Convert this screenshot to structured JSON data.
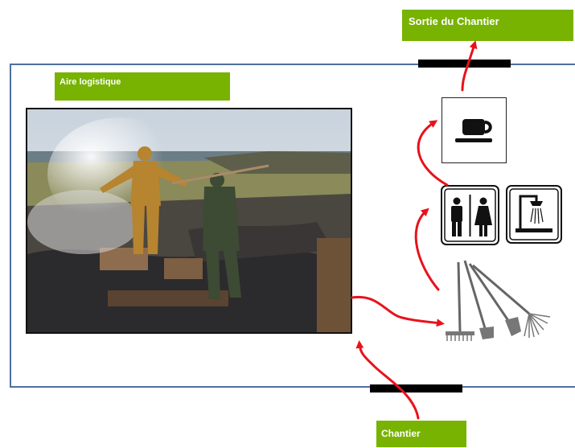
{
  "labels": {
    "exit": "Sortie du Chantier",
    "logistics_area": "Aire logistique",
    "site": "Chantier"
  },
  "icons": {
    "coffee": "coffee-cup-icon",
    "toilets": "toilets-icon",
    "shower": "shower-icon",
    "tools": "garden-tools-icon"
  },
  "colors": {
    "label_bg": "#77b300",
    "label_text": "#ffffff",
    "arrow": "#e8121b",
    "frame": "#4f6fa0",
    "gate": "#000000"
  }
}
